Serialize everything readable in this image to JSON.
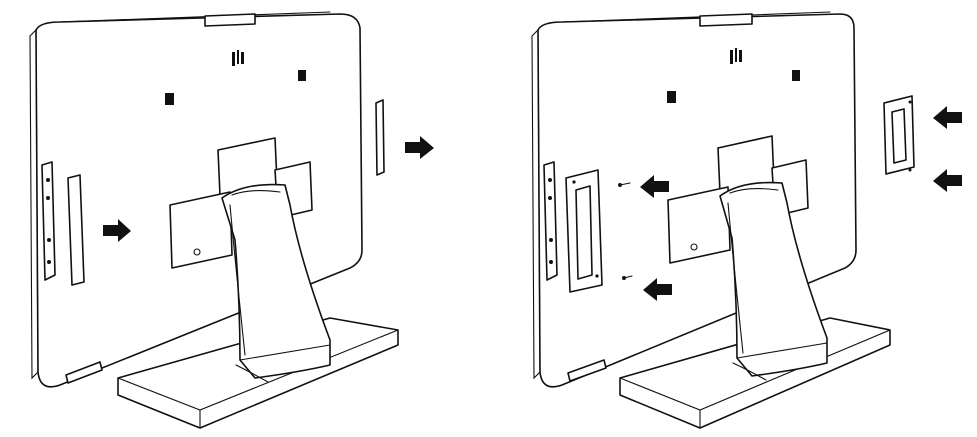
{
  "figure": {
    "panels": [
      {
        "id": "left",
        "description_visible_text": ""
      },
      {
        "id": "right",
        "description_visible_text": ""
      }
    ],
    "logo": "elo",
    "icons": [
      "arrow-right-icon",
      "arrow-left-icon"
    ],
    "colors": {
      "line": "#111111",
      "background": "#ffffff",
      "shade": "#dcdcdc"
    }
  }
}
